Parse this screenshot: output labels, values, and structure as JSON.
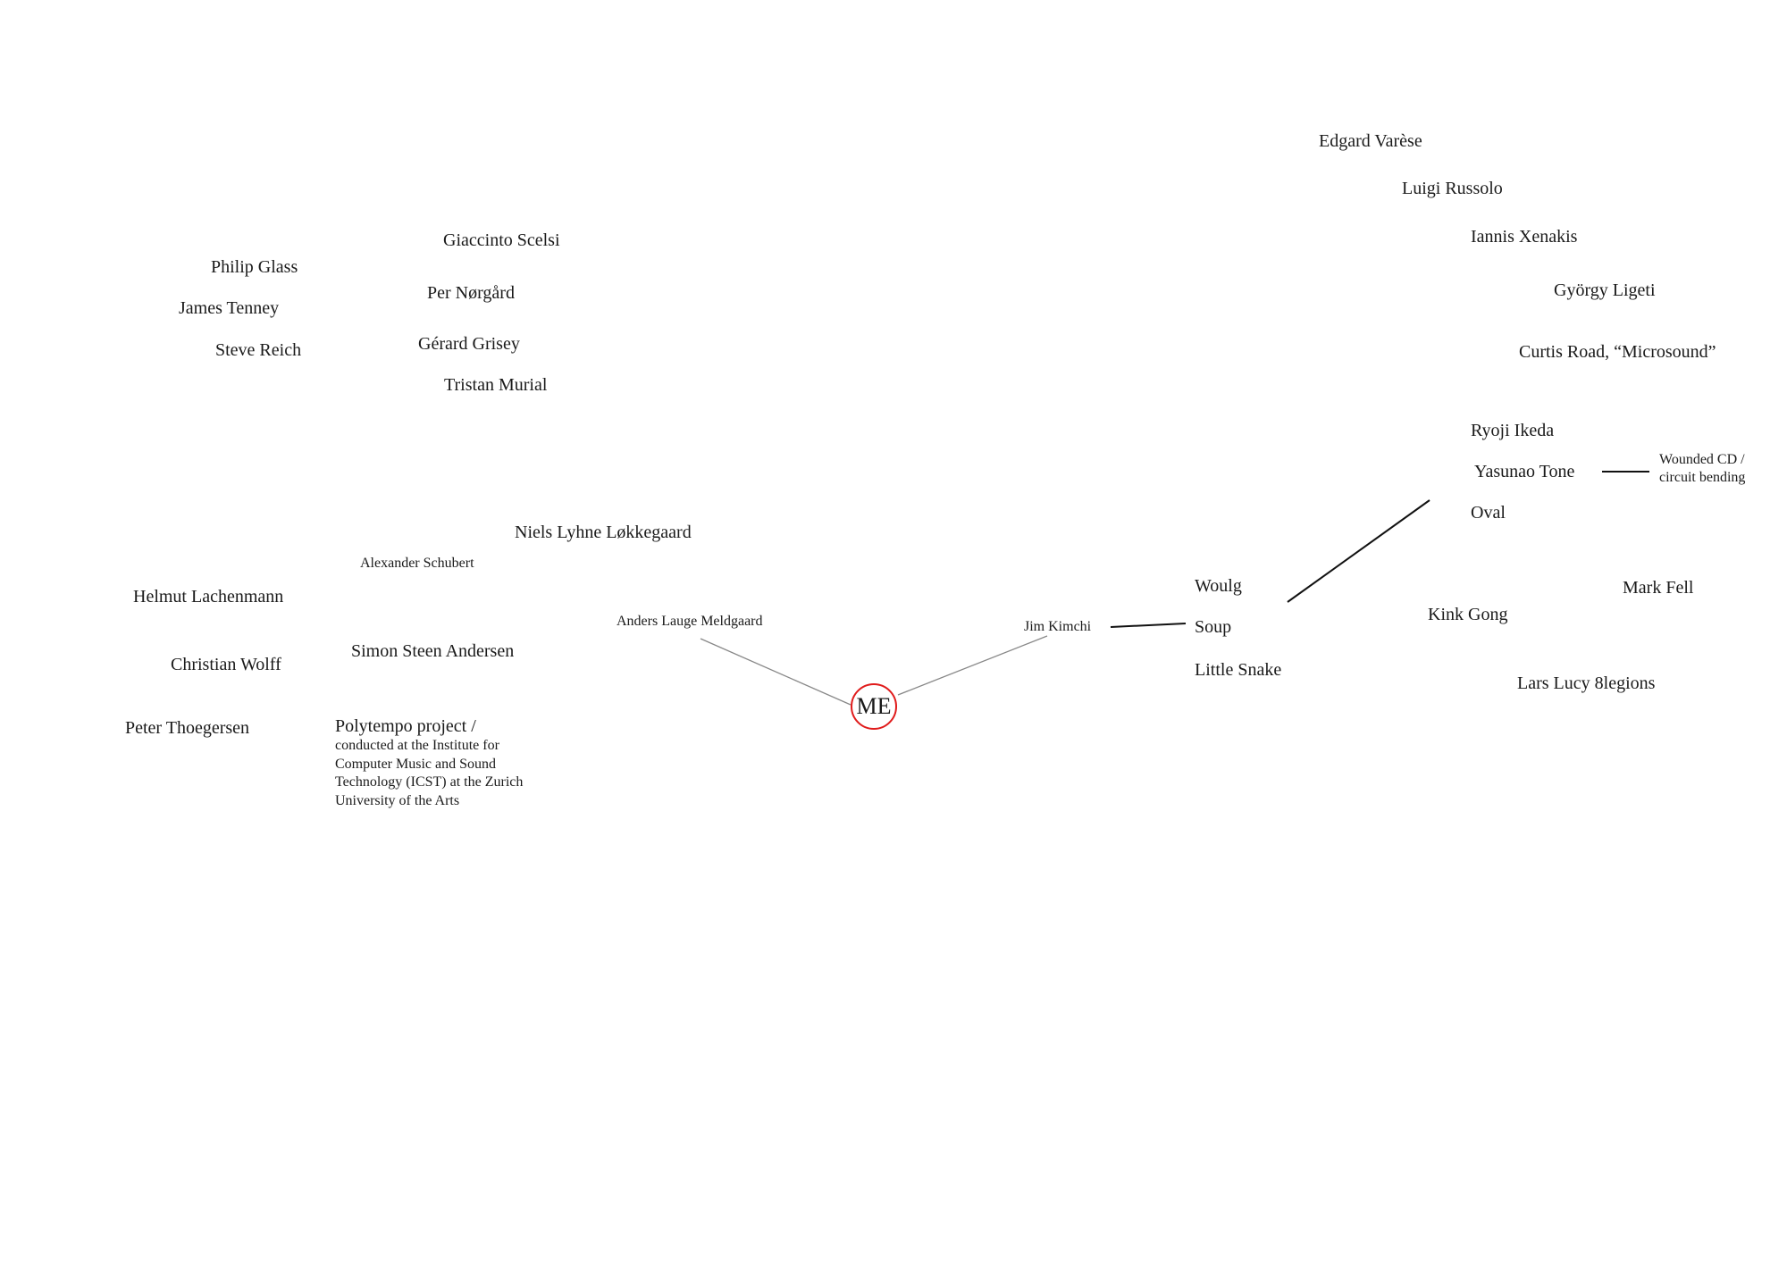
{
  "center": {
    "label": "ME",
    "ring_color": "#e01b1b"
  },
  "cluster_minimal": [
    "Philip Glass",
    "James Tenney",
    "Steve Reich"
  ],
  "cluster_spectral": [
    "Giaccinto Scelsi",
    "Per Nørgård",
    "Gérard Grisey",
    "Tristan Murial"
  ],
  "cluster_contemporary": {
    "niels": "Niels Lyhne Løkkegaard",
    "alexander": "Alexander Schubert",
    "helmut": "Helmut Lachenmann",
    "simon": "Simon Steen Andersen",
    "christian": "Christian Wolff",
    "peter": "Peter Thoegersen",
    "polytempo_title": "Polytempo project /",
    "polytempo_lines": [
      "conducted at the Institute for",
      "Computer Music and Sound",
      "Technology (ICST) at the Zurich",
      "University of the Arts"
    ],
    "anders": "Anders Lauge Meldgaard"
  },
  "cluster_electronic": {
    "jim": "Jim Kimchi",
    "artists": [
      "Woulg",
      "Soup",
      "Little Snake"
    ]
  },
  "cluster_noise": [
    "Edgard Varèse",
    "Luigi Russolo",
    "Iannis Xenakis",
    "György Ligeti",
    "Curtis Road, “Microsound”"
  ],
  "cluster_glitch": {
    "artists": [
      "Ryoji Ikeda",
      "Yasunao Tone",
      "Oval"
    ],
    "wounded": [
      "Wounded CD /",
      "circuit bending"
    ]
  },
  "cluster_other": [
    "Mark Fell",
    "Kink Gong",
    "Lars Lucy 8legions"
  ]
}
